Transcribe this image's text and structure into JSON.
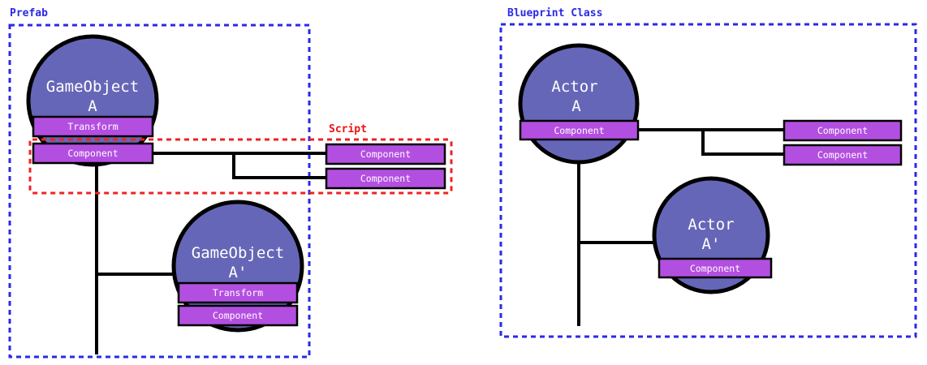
{
  "prefab": {
    "title": "Prefab",
    "script_label": "Script",
    "node_a": {
      "line1": "GameObject",
      "line2": "A",
      "transform": "Transform",
      "component": "Component"
    },
    "script_components": [
      "Component",
      "Component"
    ],
    "node_a_prime": {
      "line1": "GameObject",
      "line2": "A'",
      "transform": "Transform",
      "component": "Component"
    }
  },
  "blueprint": {
    "title": "Blueprint Class",
    "node_a": {
      "line1": "Actor",
      "line2": "A",
      "component": "Component"
    },
    "child_components": [
      "Component",
      "Component"
    ],
    "node_a_prime": {
      "line1": "Actor",
      "line2": "A'",
      "component": "Component"
    }
  },
  "colors": {
    "frame_blue": "#2a2ae6",
    "frame_red": "#ee2222",
    "node_fill": "#6666b8",
    "tag_fill": "#b34fe0"
  }
}
